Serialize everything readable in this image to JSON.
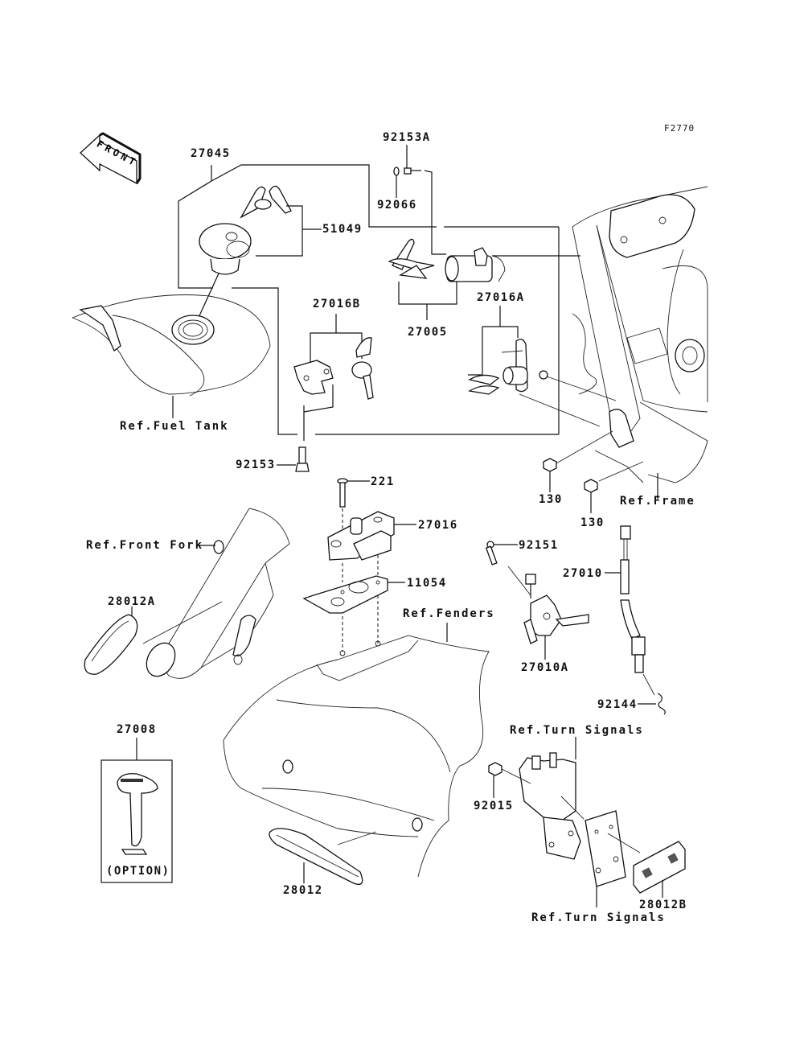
{
  "diagram": {
    "figure_code": "F2770",
    "front_indicator": "FRONT",
    "part_labels": {
      "p92153A": "92153A",
      "p27045": "27045",
      "p92066": "92066",
      "p51049": "51049",
      "p27016B": "27016B",
      "p27005": "27005",
      "p27016A": "27016A",
      "p92153": "92153",
      "p130a": "130",
      "p130b": "130",
      "p221": "221",
      "p27016": "27016",
      "p11054": "11054",
      "p92151": "92151",
      "p27010": "27010",
      "p28012A": "28012A",
      "p27010A": "27010A",
      "p92144": "92144",
      "p27008": "27008",
      "p92015": "92015",
      "p28012": "28012",
      "p28012B": "28012B"
    },
    "reference_labels": {
      "fuel_tank": "Ref.Fuel Tank",
      "frame": "Ref.Frame",
      "front_fork": "Ref.Front Fork",
      "fenders": "Ref.Fenders",
      "turn_signals_top": "Ref.Turn Signals",
      "turn_signals_bottom": "Ref.Turn Signals"
    },
    "option_note": "(OPTION)",
    "icons": [
      "front-arrow-icon",
      "ignition-key-icon"
    ]
  }
}
